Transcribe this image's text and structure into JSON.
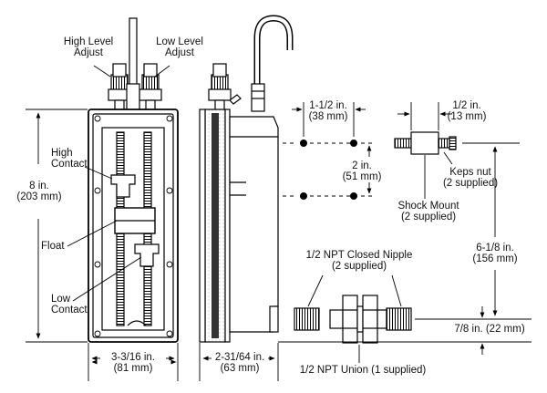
{
  "labels": {
    "high_level_adjust": [
      "High Level",
      "Adjust"
    ],
    "low_level_adjust": [
      "Low Level",
      "Adjust"
    ],
    "high_contact": [
      "High",
      "Contact"
    ],
    "low_contact": [
      "Low",
      "Contact"
    ],
    "float": "Float",
    "height_dim": [
      "8 in.",
      "(203 mm)"
    ],
    "width_dim": [
      "3-3/16 in.",
      "(81 mm)"
    ],
    "depth_dim": [
      "2-31/64 in.",
      "(63 mm)"
    ],
    "mount_spacing_dim": [
      "1-1/2 in.",
      "(38 mm)"
    ],
    "mount_vertical_dim": [
      "2 in.",
      "(51 mm)"
    ],
    "mount_length_dim": [
      "1/2 in.",
      "(13 mm)"
    ],
    "keps_nut": [
      "Keps nut",
      "(2 supplied)"
    ],
    "shock_mount": [
      "Shock Mount",
      "(2 supplied)"
    ],
    "closed_nipple": [
      "1/2 NPT Closed Nipple",
      "(2 supplied)"
    ],
    "nipple_height_dim": [
      "6-1/8 in.",
      "(156 mm)"
    ],
    "bottom_offset_dim": "7/8 in. (22 mm)",
    "union": "1/2 NPT Union (1 supplied)"
  }
}
